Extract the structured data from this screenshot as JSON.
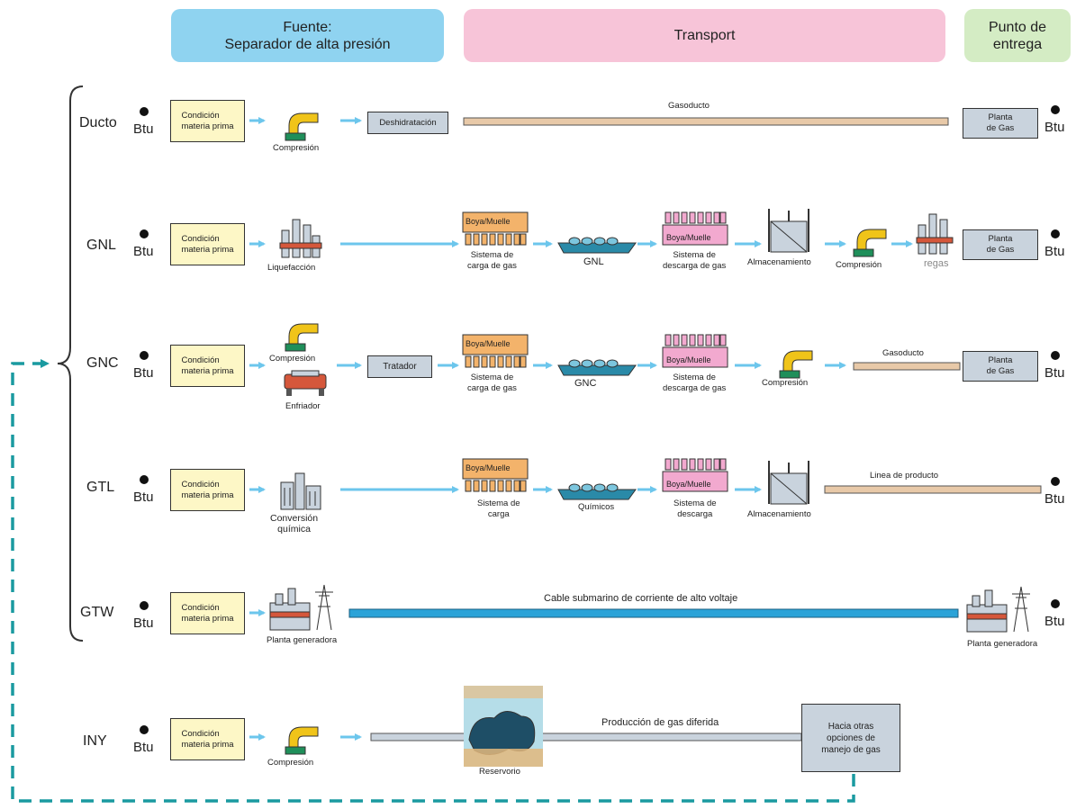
{
  "headers": {
    "source": "Fuente:\nSeparador de alta presión",
    "transport": "Transport",
    "delivery": "Punto de\nentrega"
  },
  "common": {
    "btu": "Btu",
    "condition": "Condición\nmateria prima",
    "compression": "Compresión",
    "buoy": "Boya/Muelle",
    "storage": "Almacenamiento",
    "plant": "Planta\nde Gas",
    "generating_plant": "Planta generadora"
  },
  "rows": {
    "ducto": {
      "label": "Ducto",
      "dehydration": "Deshidratación",
      "pipeline": "Gasoducto"
    },
    "gnl": {
      "label": "GNL",
      "liquefaction": "Liquefacción",
      "loading": "Sistema de\ncarga de gas",
      "ship": "GNL",
      "unloading": "Sistema de\ndescarga de gas",
      "regas": "regas"
    },
    "gnc": {
      "label": "GNC",
      "cooler": "Enfriador",
      "treater": "Tratador",
      "loading": "Sistema de\ncarga de gas",
      "ship": "GNC",
      "unloading": "Sistema de\ndescarga de gas",
      "pipeline": "Gasoducto"
    },
    "gtl": {
      "label": "GTL",
      "conversion": "Conversión\nquímica",
      "loading": "Sistema de\ncarga",
      "ship": "Químicos",
      "unloading": "Sistema de\ndescarga",
      "product_line": "Linea de producto"
    },
    "gtw": {
      "label": "GTW",
      "cable": "Cable submarino de corriente de alto voltaje"
    },
    "iny": {
      "label": "INY",
      "reservoir": "Reservorio",
      "deferred": "Producción de gas diferida",
      "other_options": "Hacia otras\nopciones de\nmanejo de gas"
    }
  },
  "colors": {
    "source_header": "#8fd3f0",
    "transport_header": "#f7c4d8",
    "delivery_header": "#d4ecc4",
    "arrow": "#6cc6ec",
    "condition_box": "#fdf7c6",
    "gray_box": "#c9d3dd",
    "buoy_orange": "#f3b36b",
    "buoy_pink": "#f2a9cf",
    "cable": "#2aa3d8",
    "pipeline": "#e8c9a8",
    "recycle_dash": "#1a9aa0",
    "compressor_yellow": "#f0c419",
    "compressor_green": "#1f8f5a"
  }
}
